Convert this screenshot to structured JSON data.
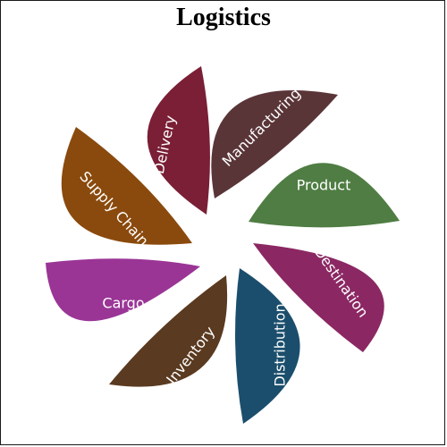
{
  "title": "Logistics",
  "side_id": "680506132",
  "petals": [
    {
      "label": "Manufacturing",
      "color": "#5a3538"
    },
    {
      "label": "Product",
      "color": "#4f7d43"
    },
    {
      "label": "Destination",
      "color": "#8b2863"
    },
    {
      "label": "Distribution",
      "color": "#1b4e6c"
    },
    {
      "label": "Inventory",
      "color": "#5a3a20"
    },
    {
      "label": "Cargo",
      "color": "#9a3596"
    },
    {
      "label": "Supply Chain",
      "color": "#8a4a0d"
    },
    {
      "label": "Delivery",
      "color": "#7a1f35"
    }
  ]
}
